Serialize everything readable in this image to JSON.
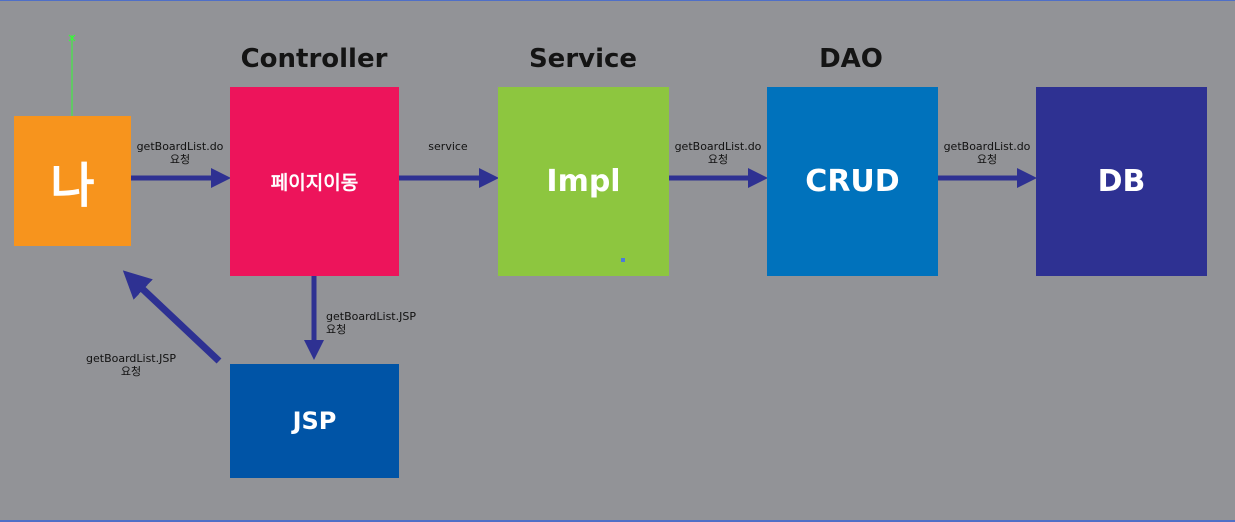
{
  "headers": {
    "controller": "Controller",
    "service": "Service",
    "dao": "DAO"
  },
  "boxes": {
    "me": "나",
    "controller": "페이지이동",
    "impl": "Impl",
    "crud": "CRUD",
    "db": "DB",
    "jsp": "JSP"
  },
  "edges": {
    "me_to_controller": {
      "line1": "getBoardList.do",
      "line2": "요청"
    },
    "controller_to_service": {
      "line1": "service"
    },
    "impl_to_crud": {
      "line1": "getBoardList.do",
      "line2": "요청"
    },
    "crud_to_db": {
      "line1": "getBoardList.do",
      "line2": "요청"
    },
    "controller_to_jsp": {
      "line1": "getBoardList.JSP",
      "line2": "요청"
    },
    "jsp_to_me": {
      "line1": "getBoardList.JSP",
      "line2": "요청"
    }
  },
  "colors": {
    "background": "#929397",
    "me": "#f7941d",
    "controller": "#ed145b",
    "impl": "#8dc63f",
    "crud": "#0072bc",
    "db": "#2e3192",
    "jsp": "#0054a6",
    "arrow": "#2e3192"
  }
}
